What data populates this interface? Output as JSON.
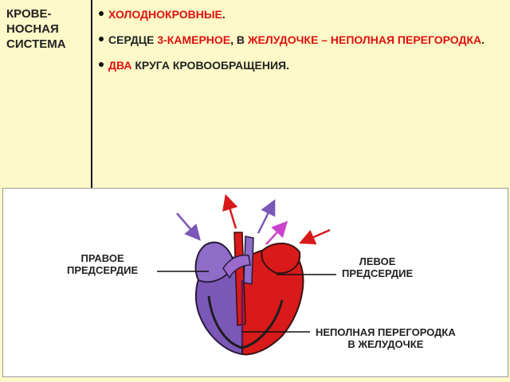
{
  "left_cell": {
    "lines": [
      "КРОВЕ-",
      "НОСНАЯ",
      "СИСТЕМА"
    ]
  },
  "facts": [
    {
      "segments": [
        {
          "text": "ХОЛОДНОКРОВНЫЕ",
          "highlight": true
        },
        {
          "text": ".",
          "highlight": false
        }
      ]
    },
    {
      "segments": [
        {
          "text": "СЕРДЦЕ ",
          "highlight": false
        },
        {
          "text": "3-КАМЕРНОЕ",
          "highlight": true
        },
        {
          "text": ", В ",
          "highlight": false
        },
        {
          "text": "ЖЕЛУДОЧКЕ – НЕПОЛНАЯ ПЕРЕГОРОДКА",
          "highlight": true
        },
        {
          "text": ".",
          "highlight": false
        }
      ]
    },
    {
      "segments": [
        {
          "text": "ДВА",
          "highlight": true
        },
        {
          "text": " КРУГА КРОВООБРАЩЕНИЯ",
          "highlight": false
        },
        {
          "text": ".",
          "highlight": false
        }
      ]
    }
  ],
  "diagram": {
    "label_right_atrium": [
      "ПРАВОЕ",
      "ПРЕДСЕРДИЕ"
    ],
    "label_left_atrium": [
      "ЛЕВОЕ",
      "ПРЕДСЕРДИЕ"
    ],
    "label_septum": [
      "НЕПОЛНАЯ  ПЕРЕГОРОДКА",
      "В ЖЕЛУДОЧКЕ"
    ]
  },
  "colors": {
    "background": "#fdf9c8",
    "highlight": "#e01010",
    "venous": "#7b58b8",
    "arterial": "#d81a1a",
    "mixed": "#cc44cc"
  }
}
